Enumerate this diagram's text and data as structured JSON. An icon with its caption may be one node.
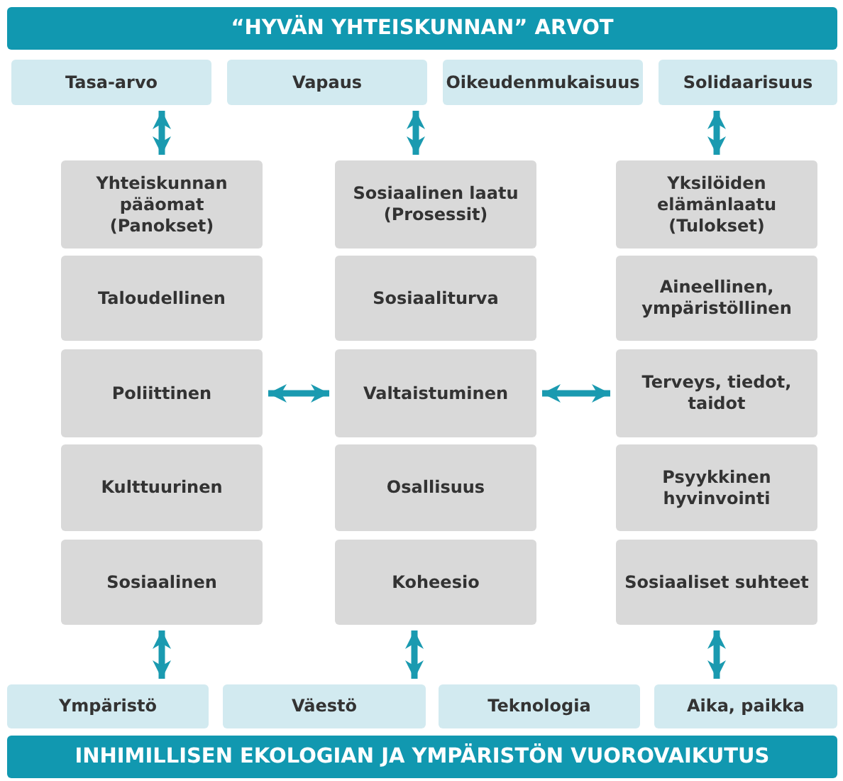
{
  "diagram": {
    "nodes": [
      {
        "text": [
          "“HYVÄN YHTEISKUNNAN” ARVOT"
        ]
      },
      {
        "text": [
          "Tasa-arvo"
        ]
      },
      {
        "text": [
          "Vapaus"
        ]
      },
      {
        "text": [
          "Oikeudenmukaisuus"
        ]
      },
      {
        "text": [
          "Solidaarisuus"
        ]
      },
      {
        "text": [
          "Yhteiskunnan pääomat (Panokset)"
        ]
      },
      {
        "text": [
          "Taloudellinen"
        ]
      },
      {
        "text": [
          "Poliittinen"
        ]
      },
      {
        "text": [
          "Kulttuurinen"
        ]
      },
      {
        "text": [
          "Sosiaalinen"
        ]
      },
      {
        "text": [
          "Sosiaalinen laatu (Prosessit)"
        ]
      },
      {
        "text": [
          "Sosiaaliturva"
        ]
      },
      {
        "text": [
          "Valtaistuminen"
        ]
      },
      {
        "text": [
          "Osallisuus"
        ]
      },
      {
        "text": [
          "Koheesio"
        ]
      },
      {
        "text": [
          "Yksilöiden elämänlaatu (Tulokset)"
        ]
      },
      {
        "text": [
          "Aineellinen, ympäristöllinen"
        ]
      },
      {
        "text": [
          "Terveys, tiedot, taidot"
        ]
      },
      {
        "text": [
          "Psyykkinen hyvinvointi"
        ]
      },
      {
        "text": [
          "Sosiaaliset suhteet"
        ]
      },
      {
        "text": [
          "Ympäristö"
        ]
      },
      {
        "text": [
          "Väestö"
        ]
      },
      {
        "text": [
          "Teknologia"
        ]
      },
      {
        "text": [
          "Aika, paikka"
        ]
      },
      {
        "text": [
          "INHIMILLISEN EKOLOGIAN JA YMPÄRISTÖN VUOROVAIKUTUS"
        ]
      }
    ],
    "edges": [
      {
        "from": 1,
        "to": 5,
        "arrow": "both"
      },
      {
        "from": 2,
        "to": 10,
        "arrow": "both"
      },
      {
        "from": 4,
        "to": 15,
        "arrow": "both"
      },
      {
        "from": 7,
        "to": 12,
        "arrow": "both"
      },
      {
        "from": 12,
        "to": 17,
        "arrow": "both"
      },
      {
        "from": 9,
        "to": 20,
        "arrow": "both"
      },
      {
        "from": 14,
        "to": 21,
        "arrow": "both"
      },
      {
        "from": 19,
        "to": 23,
        "arrow": "both"
      }
    ]
  }
}
